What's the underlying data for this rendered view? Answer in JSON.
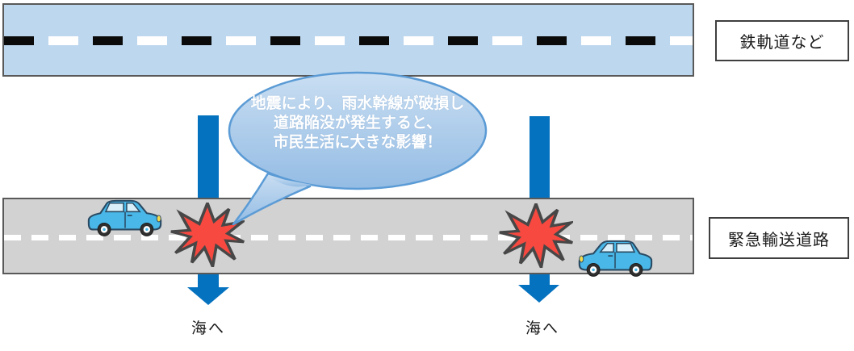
{
  "labels": {
    "railway": "鉄軌道など",
    "road": "緊急輸送道路"
  },
  "speech_bubble": {
    "line1": "地震により、雨水幹線が破損し",
    "line2": "道路陥没が発生すると、",
    "line3": "市民生活に大きな影響！"
  },
  "sea_boxes": [
    {
      "label": "海へ"
    },
    {
      "label": "海へ"
    }
  ],
  "graphics": {
    "down_arrow_count": 2,
    "car_count": 2,
    "explosion_count": 2
  },
  "colors": {
    "railway_band": "#BDD7EE",
    "railway_dash_dark": "#0a0a0a",
    "railway_dash_light": "#ffffff",
    "road_band": "#D2D2D2",
    "road_dash": "#ffffff",
    "band_border": "#595959",
    "label_border": "#3f3f3f",
    "arrow_blue": "#0572BF",
    "bubble_fill_top": "#C9DEF2",
    "bubble_fill_bottom": "#94BCE4",
    "bubble_border": "#5B9BD5",
    "bubble_text": "#ffffff",
    "explosion_fill": "#F74940",
    "explosion_outline": "#474747",
    "car_body": "#49B8E8"
  }
}
